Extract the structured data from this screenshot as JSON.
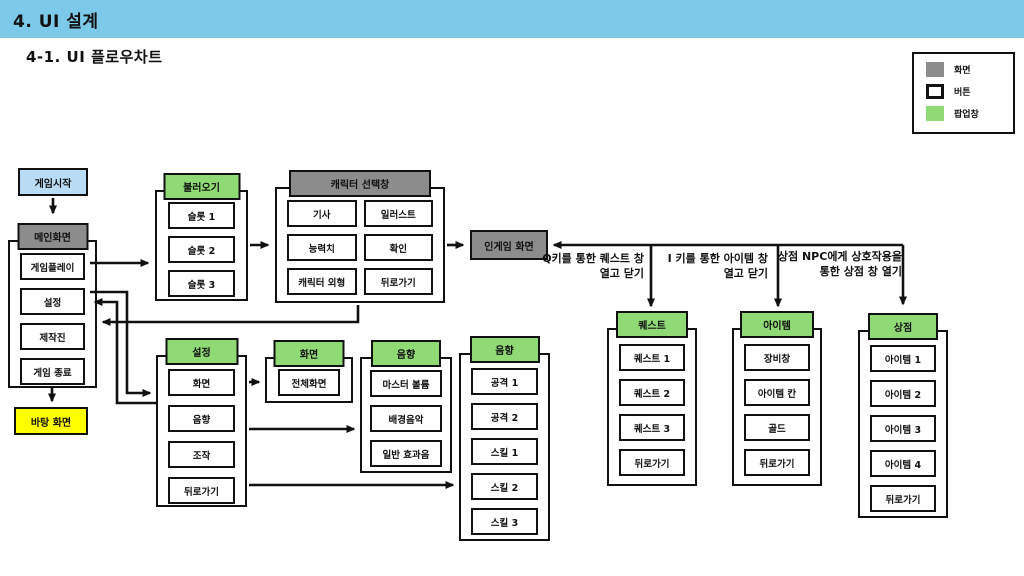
{
  "slide": {
    "title": "4. UI 설계",
    "subtitle": "4-1. UI 플로우차트"
  },
  "legend": {
    "items": [
      {
        "label": "화면",
        "kind": "screen"
      },
      {
        "label": "버튼",
        "kind": "button"
      },
      {
        "label": "팝업창",
        "kind": "popup"
      }
    ]
  },
  "colors": {
    "title_bar": "#7CC9EA",
    "screen_box": "#8C8C8C",
    "button_box": "#FFFFFF",
    "popup_box": "#8FDA75",
    "start_box": "#B9DCF4",
    "desktop_box": "#FFFF00",
    "line": "#111111"
  },
  "nodes": {
    "game_start": "게임시작",
    "ingame": "인게임 화면",
    "desktop": "바탕 화면"
  },
  "groups": [
    {
      "id": "main-menu",
      "header": "메인화면",
      "kind": "screen",
      "items": [
        "게임플레이",
        "설정",
        "제작진",
        "게임 종료"
      ]
    },
    {
      "id": "load",
      "header": "불러오기",
      "kind": "popup",
      "items": [
        "슬롯 1",
        "슬롯 2",
        "슬롯 3"
      ]
    },
    {
      "id": "character-select",
      "header": "캐릭터 선택창",
      "kind": "screen",
      "items": [
        "기사",
        "일러스트",
        "능력치",
        "확인",
        "캐릭터 외형",
        "뒤로가기"
      ]
    },
    {
      "id": "settings",
      "header": "설정",
      "kind": "popup",
      "items": [
        "화면",
        "음향",
        "조작",
        "뒤로가기"
      ]
    },
    {
      "id": "display",
      "header": "화면",
      "kind": "popup",
      "items": [
        "전체화면"
      ]
    },
    {
      "id": "sound",
      "header": "음향",
      "kind": "popup",
      "items": [
        "마스터 볼륨",
        "배경음악",
        "일반 효과음"
      ]
    },
    {
      "id": "sound-effects",
      "header": "음향",
      "kind": "popup",
      "items": [
        "공격 1",
        "공격 2",
        "스킬 1",
        "스킬 2",
        "스킬 3"
      ]
    },
    {
      "id": "quest",
      "header": "퀘스트",
      "kind": "popup",
      "items": [
        "퀘스트 1",
        "퀘스트 2",
        "퀘스트 3",
        "뒤로가기"
      ]
    },
    {
      "id": "item",
      "header": "아이템",
      "kind": "popup",
      "items": [
        "장비창",
        "아이템 칸",
        "골드",
        "뒤로가기"
      ]
    },
    {
      "id": "shop",
      "header": "상점",
      "kind": "popup",
      "items": [
        "아이템 1",
        "아이템 2",
        "아이템 3",
        "아이템 4",
        "뒤로가기"
      ]
    }
  ],
  "annotations": [
    {
      "line1": "Q키를 통한 퀘스트 창",
      "line2": "열고 닫기"
    },
    {
      "line1": "I 키를 통한 아이템 창",
      "line2": "열고 닫기"
    },
    {
      "line1": "상점 NPC에게 상호작용을",
      "line2": "통한 상점 창 열기"
    }
  ]
}
